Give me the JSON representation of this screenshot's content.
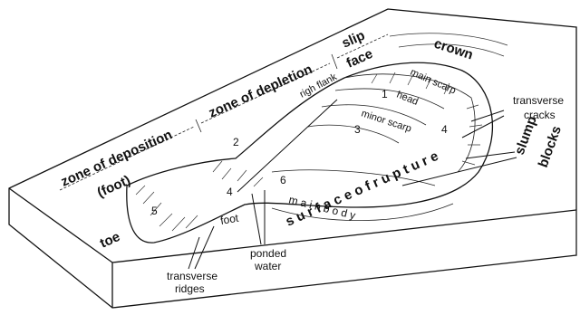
{
  "labels": {
    "zone_of_deposition": "zone of deposition",
    "foot_paren": "(foot)",
    "zone_of_depletion": "zone of depletion",
    "slip": "slip",
    "face": "face",
    "crown": "crown",
    "right_flank": "righ flank",
    "main_scarp": "main scarp",
    "head": "head",
    "minor_scarp": "minor scarp",
    "transverse_cracks_1": "transverse",
    "transverse_cracks_2": "cracks",
    "slump_blocks_1": "slump",
    "slump_blocks_2": "blocks",
    "main_body": "m a i n  b o d y",
    "surface_of_rupture": "s u r f a c e  o f  r u p t u r e",
    "foot": "foot",
    "toe": "toe",
    "transverse_ridges_1": "transverse",
    "transverse_ridges_2": "ridges",
    "ponded_water_1": "ponded",
    "ponded_water_2": "water"
  },
  "numbers": [
    "1",
    "2",
    "3",
    "4",
    "4",
    "5",
    "6"
  ]
}
